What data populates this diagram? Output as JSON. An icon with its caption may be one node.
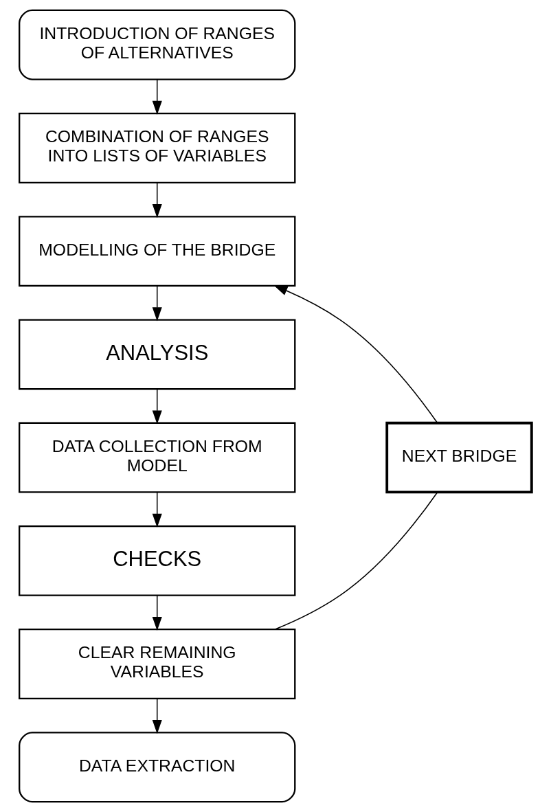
{
  "diagram": {
    "nodes": [
      {
        "text": [
          "INTRODUCTION OF RANGES OF ALTERNATIVES"
        ]
      },
      {
        "text": [
          "COMBINATION OF RANGES INTO LISTS OF VARIABLES"
        ]
      },
      {
        "text": [
          "MODELLING OF THE BRIDGE"
        ]
      },
      {
        "text": [
          "ANALYSIS"
        ]
      },
      {
        "text": [
          "DATA COLLECTION FROM MODEL"
        ]
      },
      {
        "text": [
          "CHECKS"
        ]
      },
      {
        "text": [
          "CLEAR REMAINING VARIABLES"
        ]
      },
      {
        "text": [
          "NEXT BRIDGE"
        ]
      },
      {
        "text": [
          "DATA EXTRACTION"
        ]
      }
    ],
    "edges": [
      {
        "from": 0,
        "to": 1,
        "arrow": "to"
      },
      {
        "from": 1,
        "to": 2,
        "arrow": "to"
      },
      {
        "from": 2,
        "to": 3,
        "arrow": "to"
      },
      {
        "from": 3,
        "to": 4,
        "arrow": "to"
      },
      {
        "from": 4,
        "to": 5,
        "arrow": "to"
      },
      {
        "from": 5,
        "to": 6,
        "arrow": "to"
      },
      {
        "from": 6,
        "to": 8,
        "arrow": "to"
      },
      {
        "from": 6,
        "to": 7,
        "arrow": "none"
      },
      {
        "from": 7,
        "to": 2,
        "arrow": "to"
      }
    ]
  }
}
